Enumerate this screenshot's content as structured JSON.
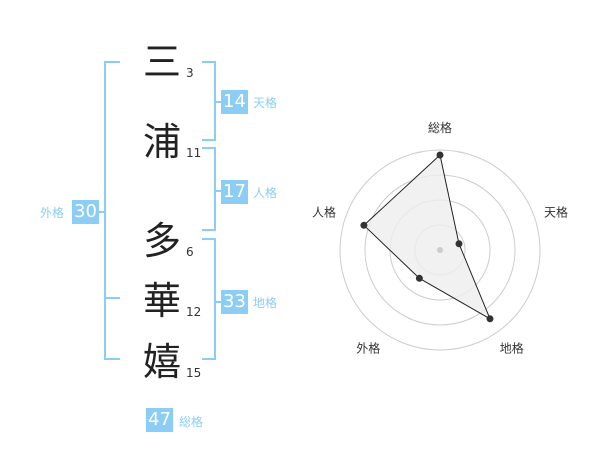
{
  "name": {
    "characters": [
      "三",
      "浦",
      "多",
      "華",
      "嬉"
    ],
    "strokes": [
      "3",
      "11",
      "6",
      "12",
      "15"
    ]
  },
  "scores": {
    "tenkaku": {
      "value": "14",
      "label": "天格"
    },
    "jinkaku": {
      "value": "17",
      "label": "人格"
    },
    "chikaku": {
      "value": "33",
      "label": "地格"
    },
    "gaikaku": {
      "value": "30",
      "label": "外格"
    },
    "soukaku": {
      "value": "47",
      "label": "総格"
    }
  },
  "chart_data": {
    "type": "radar",
    "axes": [
      "総格",
      "天格",
      "地格",
      "外格",
      "人格"
    ],
    "values": [
      0.95,
      0.2,
      0.85,
      0.35,
      0.8
    ],
    "rings": 4,
    "colors": {
      "fill": "#eeeeee",
      "stroke": "#222222",
      "grid": "#cccccc",
      "point": "#333333",
      "center": "#cccccc"
    }
  }
}
